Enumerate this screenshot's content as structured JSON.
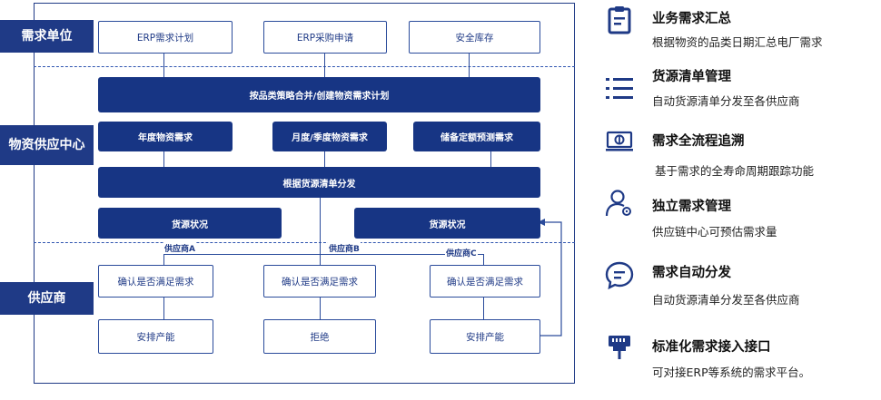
{
  "lanes": {
    "demand_unit": "需求单位",
    "supply_center": "物资供应中心",
    "supplier": "供应商"
  },
  "demand_boxes": [
    "ERP需求计划",
    "ERP采购申请",
    "安全库存"
  ],
  "merge_step": "按品类策略合并/创建物资需求计划",
  "demand_types": [
    "年度物资需求",
    "月度/季度物资需求",
    "储备定额预测需求"
  ],
  "distribute_step": "根据货源清单分发",
  "supply_status": [
    "货源状况",
    "货源状况"
  ],
  "suppliers": [
    "供应商A",
    "供应商B",
    "供应商C"
  ],
  "confirm_boxes": [
    "确认是否满足需求",
    "确认是否满足需求",
    "确认是否满足需求"
  ],
  "result_boxes": [
    "安排产能",
    "拒绝",
    "安排产能"
  ],
  "features": [
    {
      "icon": "clipboard-icon",
      "title": "业务需求汇总",
      "desc": "根据物资的品类日期汇总电厂需求"
    },
    {
      "icon": "list-icon",
      "title": "货源清单管理",
      "desc": "自动货源清单分发至各供应商"
    },
    {
      "icon": "monitor-icon",
      "title": "需求全流程追溯",
      "desc": "基于需求的全寿命周期跟踪功能"
    },
    {
      "icon": "user-gear-icon",
      "title": "独立需求管理",
      "desc": "供应链中心可预估需求量"
    },
    {
      "icon": "chat-bubble-icon",
      "title": "需求自动分发",
      "desc": "自动货源清单分发至各供应商"
    },
    {
      "icon": "plug-icon",
      "title": "标准化需求接入接口",
      "desc": "可对接ERP等系统的需求平台。"
    }
  ],
  "colors": {
    "primary": "#1f3a86",
    "dash": "#2f55b0"
  }
}
